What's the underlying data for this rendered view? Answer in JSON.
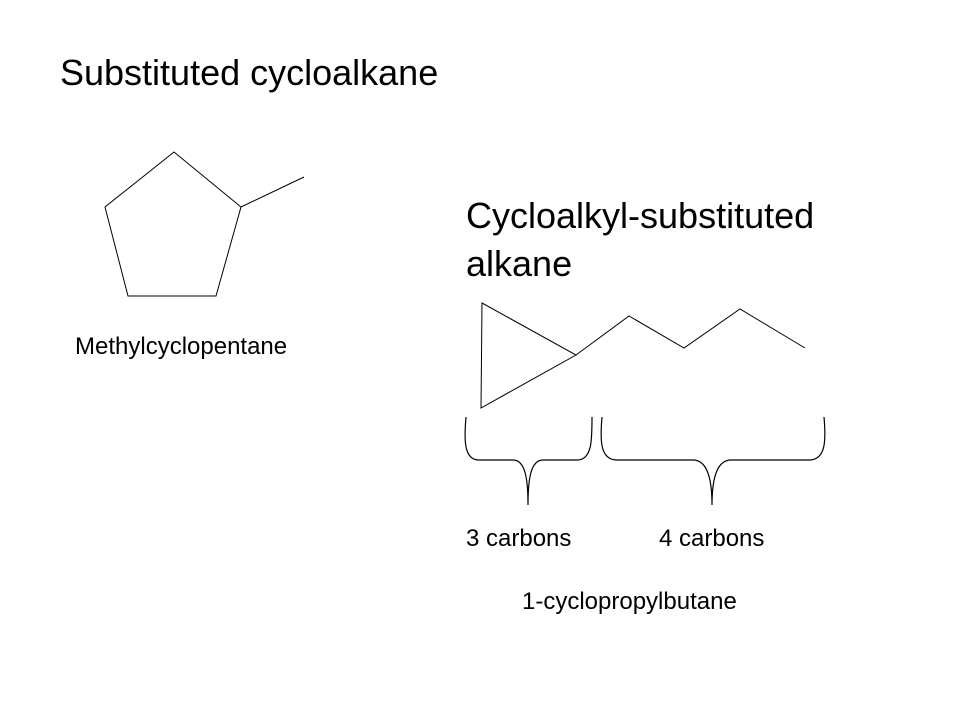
{
  "titles": {
    "substituted_cycloalkane": "Substituted cycloalkane",
    "cycloalkyl_line1": "Cycloalkyl-substituted",
    "cycloalkyl_line2": "alkane"
  },
  "labels": {
    "methylcyclopentane": "Methylcyclopentane",
    "three_carbons": "3 carbons",
    "four_carbons": "4 carbons",
    "cyclopropylbutane": "1-cyclopropylbutane"
  },
  "colors": {
    "ink": "#000000",
    "background": "#ffffff"
  }
}
